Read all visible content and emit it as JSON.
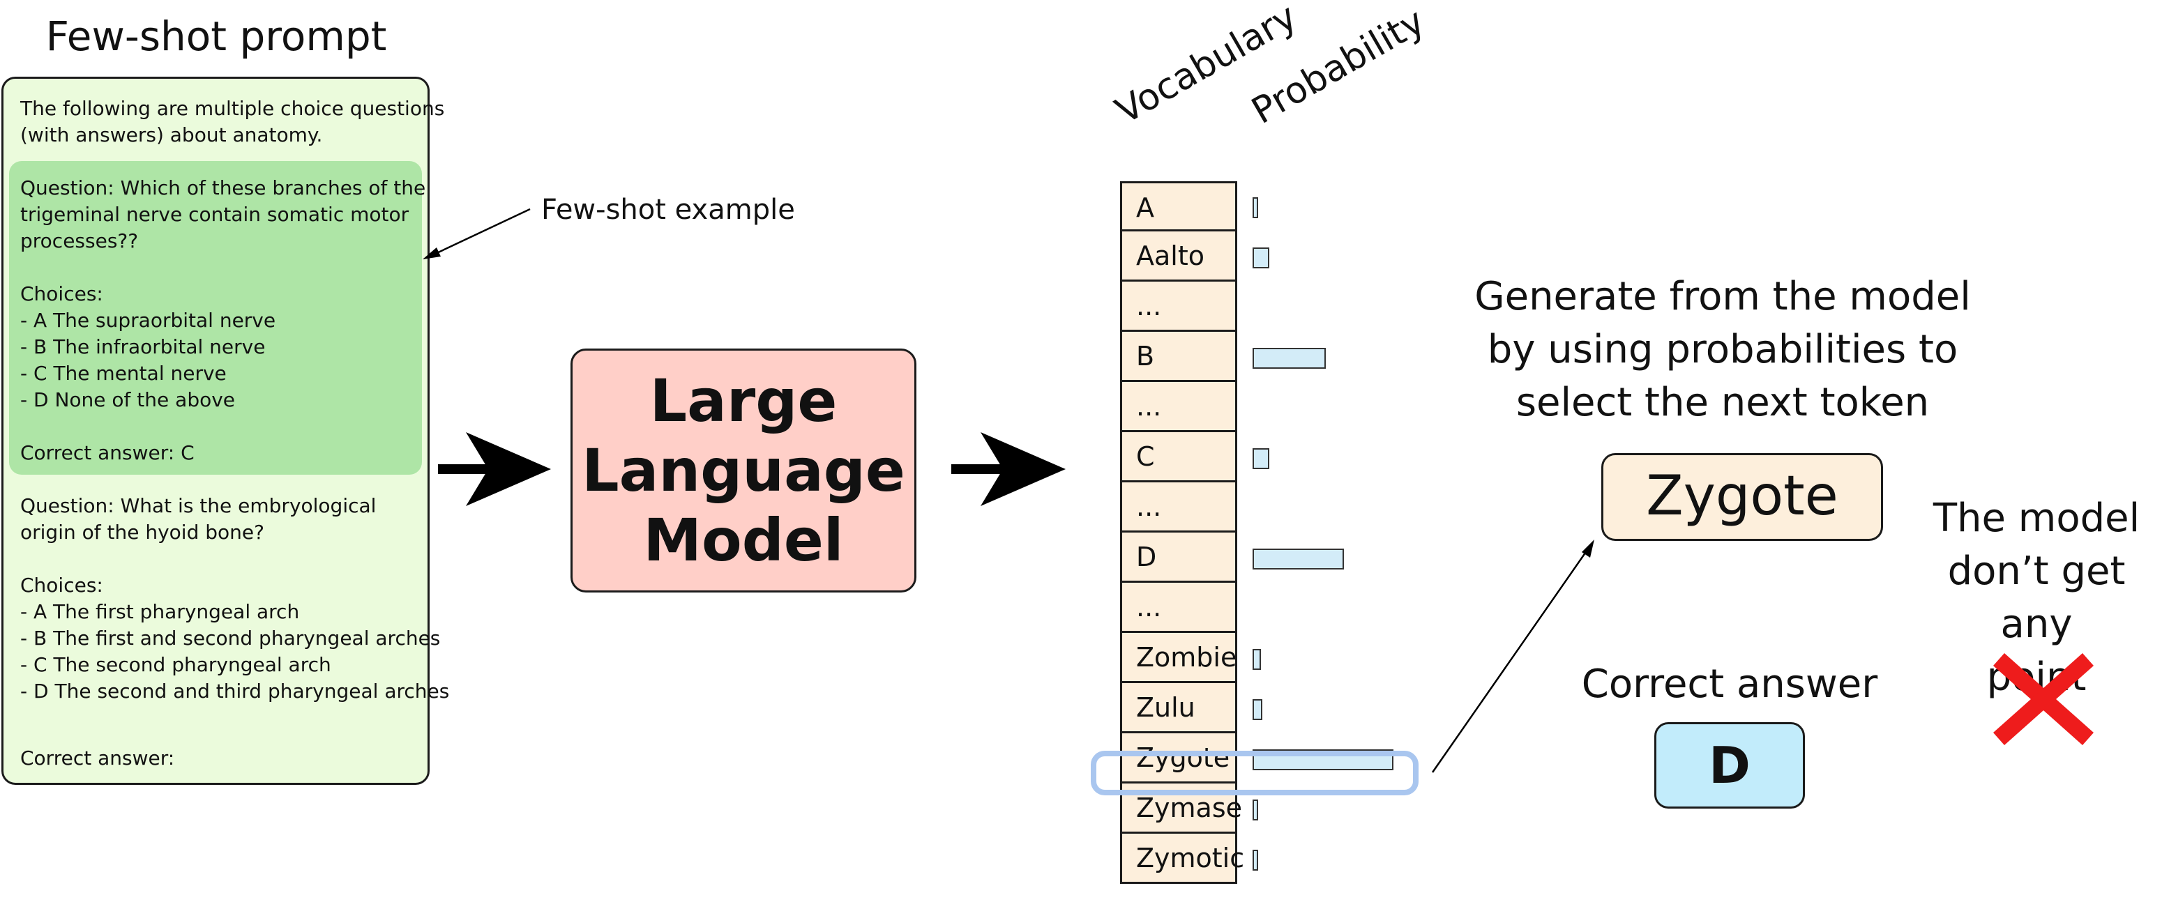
{
  "prompt": {
    "title": "Few-shot prompt",
    "intro": [
      "The following are multiple choice questions",
      "(with answers) about anatomy."
    ],
    "example": [
      "Question: Which of these branches of the",
      "trigeminal nerve contain somatic motor",
      "processes??",
      "",
      "Choices:",
      "- A The supraorbital nerve",
      "- B The infraorbital nerve",
      "- C The mental nerve",
      "- D None of the above",
      "",
      "Correct answer: C"
    ],
    "question": [
      "Question: What is the embryological",
      "origin of the hyoid bone?",
      "",
      "Choices:",
      "- A The first pharyngeal arch",
      "- B The first and second pharyngeal arches",
      "- C The second pharyngeal arch",
      "- D The second and third pharyngeal arches"
    ],
    "answer_label": "Correct answer:"
  },
  "few_shot_label": "Few-shot example",
  "llm": {
    "lines": [
      "Large",
      "Language",
      "Model"
    ]
  },
  "vocab": {
    "header_vocab": "Vocabulary",
    "header_prob": "Probability",
    "rows": [
      {
        "token": "A",
        "prob": 0.04
      },
      {
        "token": "Aalto",
        "prob": 0.12
      },
      {
        "token": "...",
        "prob": null
      },
      {
        "token": "B",
        "prob": 0.52
      },
      {
        "token": "...",
        "prob": null
      },
      {
        "token": "C",
        "prob": 0.12
      },
      {
        "token": "...",
        "prob": null
      },
      {
        "token": "D",
        "prob": 0.65
      },
      {
        "token": "...",
        "prob": null
      },
      {
        "token": "Zombie",
        "prob": 0.06
      },
      {
        "token": "Zulu",
        "prob": 0.07
      },
      {
        "token": "Zygote",
        "prob": 1.0
      },
      {
        "token": "Zymase",
        "prob": 0.04
      },
      {
        "token": "Zymotic",
        "prob": 0.03
      }
    ]
  },
  "generate_caption": [
    "Generate from the model",
    "by using probabilities to",
    "select the next token"
  ],
  "generated_token": "Zygote",
  "correct_answer_label": "Correct answer",
  "correct_answer": "D",
  "result_caption": [
    "The model",
    "don’t get any",
    "point"
  ],
  "colors": {
    "prompt_bg": "#ebfbdc",
    "example_bg": "#aee5a6",
    "llm_bg": "#ffcfc8",
    "vocab_bg": "#fdefdc",
    "bar_fill": "#d3ecf8",
    "answer_bg": "#c2ecfb",
    "cross": "#ee1c1c",
    "highlight": "#a9c6ef"
  }
}
